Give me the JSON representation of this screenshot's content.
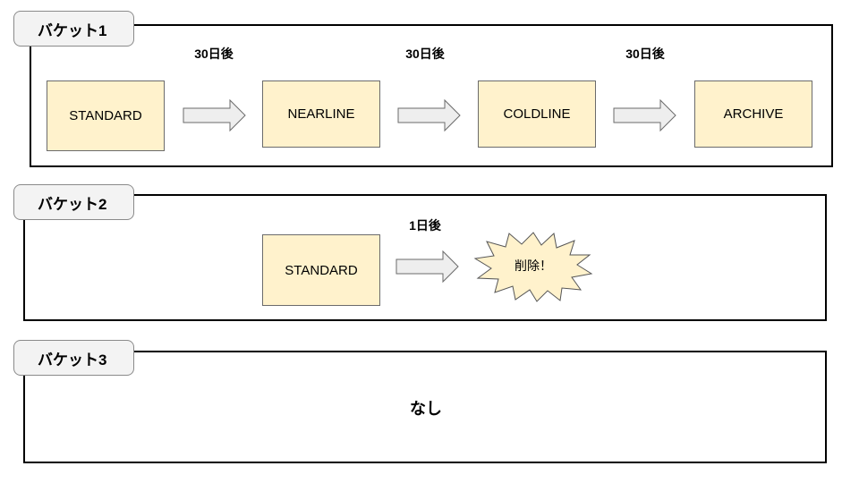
{
  "colors": {
    "box_fill": "#fff2cc",
    "box_border": "#6b6b6b",
    "arrow_fill": "#eeeeee",
    "burst_fill": "#fff2cc",
    "tab_fill": "#f3f3f3",
    "panel_border": "#000000"
  },
  "bucket1": {
    "title": "バケット1",
    "boxes": [
      "STANDARD",
      "NEARLINE",
      "COLDLINE",
      "ARCHIVE"
    ],
    "transitions": [
      "30日後",
      "30日後",
      "30日後"
    ]
  },
  "bucket2": {
    "title": "バケット2",
    "box": "STANDARD",
    "transition": "1日後",
    "result": "削除！"
  },
  "bucket3": {
    "title": "バケット3",
    "content": "なし"
  }
}
